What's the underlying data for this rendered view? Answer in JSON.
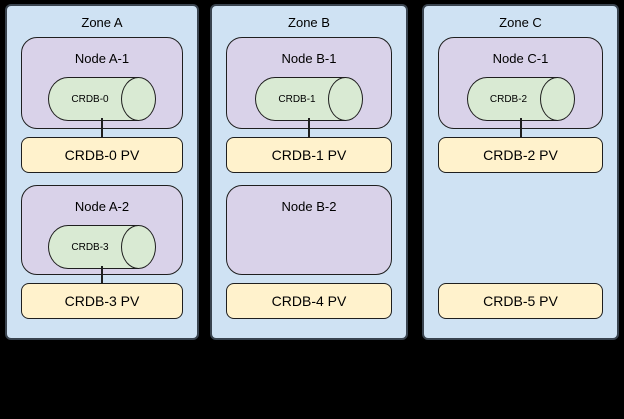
{
  "colors": {
    "background": "#000000",
    "zone_fill": "#cfe2f3",
    "zone_border": "#39434e",
    "node_fill": "#d9d2e9",
    "cylinder_fill": "#d9ead3",
    "pv_fill": "#fff2cc",
    "outline": "#1f1f1f",
    "text": "#000000"
  },
  "zones": [
    {
      "label": "Zone A",
      "rows": [
        {
          "node": {
            "label": "Node A-1",
            "cylinder": "CRDB-0"
          },
          "connector": true,
          "pv": "CRDB-0 PV"
        },
        {
          "node": {
            "label": "Node A-2",
            "cylinder": "CRDB-3"
          },
          "connector": true,
          "pv": "CRDB-3 PV"
        }
      ]
    },
    {
      "label": "Zone B",
      "rows": [
        {
          "node": {
            "label": "Node B-1",
            "cylinder": "CRDB-1"
          },
          "connector": true,
          "pv": "CRDB-1 PV"
        },
        {
          "node": {
            "label": "Node B-2",
            "cylinder": null
          },
          "connector": false,
          "pv": "CRDB-4 PV"
        }
      ]
    },
    {
      "label": "Zone C",
      "rows": [
        {
          "node": {
            "label": "Node C-1",
            "cylinder": "CRDB-2"
          },
          "connector": true,
          "pv": "CRDB-2 PV"
        },
        {
          "node": null,
          "connector": false,
          "pv": "CRDB-5 PV"
        }
      ]
    }
  ]
}
